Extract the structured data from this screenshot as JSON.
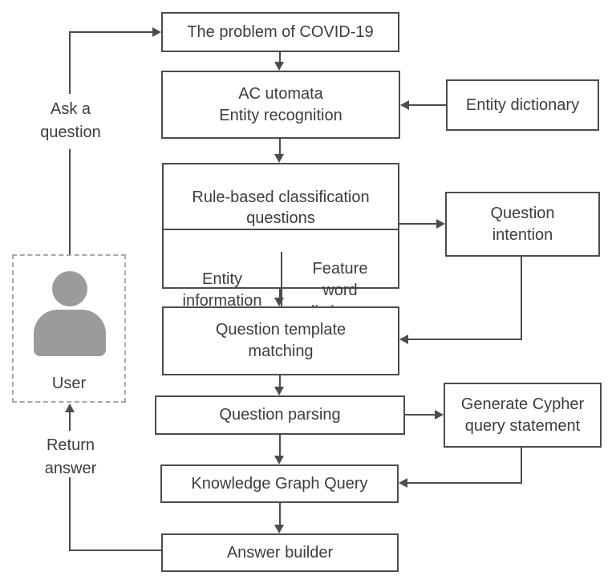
{
  "nodes": {
    "problem": "The problem of COVID-19",
    "entity_recognition": "AC utomata\nEntity recognition",
    "rule_header": "Rule-based classification\nquestions",
    "entity_information": "Entity\ninformation",
    "feature_word_dictionary": "Feature\nword\ndictionary",
    "question_template_matching": "Question template\nmatching",
    "question_parsing": "Question parsing",
    "knowledge_graph_query": "Knowledge Graph Query",
    "answer_builder": "Answer builder",
    "entity_dictionary": "Entity dictionary",
    "question_intention": "Question\nintention",
    "generate_cypher": "Generate Cypher\nquery statement"
  },
  "labels": {
    "user": "User",
    "ask_question": "Ask a\nquestion",
    "return_answer": "Return\nanswer"
  },
  "icons": {
    "user": "user-silhouette-icon"
  },
  "colors": {
    "background": "#ffffff",
    "box_border": "#4c4c4c",
    "line": "#4c4c4c",
    "text": "#3d3d3d",
    "user_icon": "#9b9b9b",
    "user_box_border": "#a8a8a8"
  }
}
